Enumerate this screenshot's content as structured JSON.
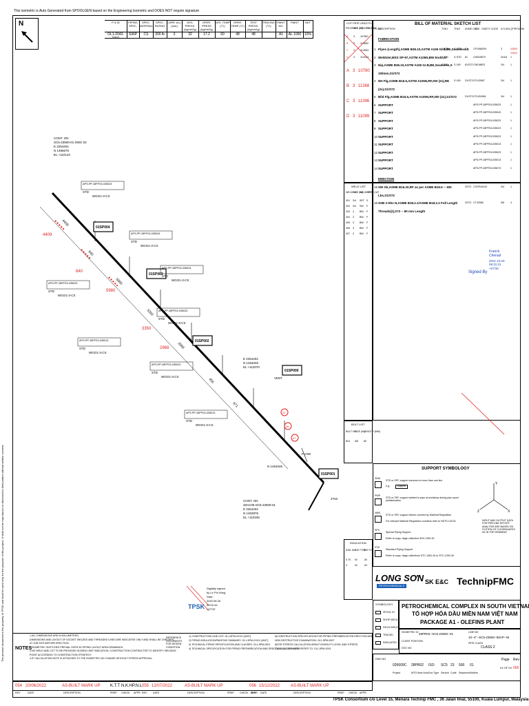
{
  "notice": "This isometric is Auto Generated from SPOOLGEN based on the Engineering Isometric and DOES NOT require signature",
  "side_text": "The present document is the property of TPSK and shall be used only for the purpose of this project. It shall not be reproduced or disclosed to third parties without written consent.",
  "north": "N",
  "header": {
    "cols": [
      "P & ID",
      "PIPING SPEC.",
      "SPEC. MATERIAL",
      "SPEC. RATING",
      "CORR. ALL. (mm)",
      "DES. PRESS. (kg/cm2g)",
      "OPER. PRESS (kg/cm2g)",
      "DES. TEMP (°C)",
      "OPER. TEMP (°C)",
      "TEST PRESS. (kg/cm2g)",
      "TRACING (°C)",
      "PAINT NO.",
      "PAINT",
      "NDT"
    ],
    "vals": [
      "OL1-2043-2301",
      "S96P",
      "CS",
      "300 lb",
      "3",
      "32",
      "17.2",
      "60",
      "48",
      "48",
      "",
      "A1",
      "AL 1000",
      "10%"
    ]
  },
  "cut_pipe": {
    "title": "CUT PIPE LENGTH",
    "cols": [
      "PIECE NO",
      "SIZE (IN)",
      "LENGTH (MM)",
      "NO"
    ],
    "rows": [
      [
        "A",
        "3",
        "10780",
        "1"
      ],
      [
        "B",
        "3",
        "11368",
        "2"
      ],
      [
        "C",
        "3",
        "11356",
        "3"
      ],
      [
        "D",
        "3",
        "11000",
        "4"
      ]
    ],
    "handwritten": [
      {
        "piece": "A",
        "size": "3",
        "len": "10780"
      },
      {
        "piece": "B",
        "size": "3",
        "len": "11368"
      },
      {
        "piece": "C",
        "size": "3",
        "len": "11396"
      },
      {
        "piece": "D",
        "size": "3",
        "len": "11099"
      }
    ]
  },
  "bom": {
    "title": "BILL OF MATERIAL SKETCH LIST",
    "cols": [
      "PT NO",
      "DESCRIPTION",
      "THK1",
      "THK2",
      "ASME CODE",
      "ID",
      "CMDTY CODE",
      "N S (IN)",
      "QTY",
      "PCS/NM"
    ],
    "section_fab": "FABRICATION",
    "section_erect": "ERECTION",
    "rows": [
      {
        "pt": "1",
        "desc": "Pipes (Length),ASME B36.10,ASTM A106 Gr.B,BE,Seamless,S",
        "thk1": "S-STD",
        "thk2": "S-STD",
        "asme": "81",
        "id": "",
        "code": "CP1068209",
        "ns": "3",
        "qty": "43805",
        "qty2": "44643"
      },
      {
        "pt": "2",
        "desc": "Weldolet,MSS SP-97,ASTM A105N,BW Ends,SI",
        "thk1": "S-180",
        "thk2": "S-STD",
        "asme": "81",
        "id": "",
        "code": "CW025870",
        "ns": "3X3/4",
        "qty": "1"
      },
      {
        "pt": "3",
        "desc": "Nip,ASME B36.10,ASTM A106 Gr.B,BE,Seamless,S",
        "thk1": "S-180",
        "thk2": "S-160",
        "asme": "81/S72",
        "id": "",
        "code": "CN018823",
        "ns": "3/4",
        "qty": "1"
      },
      {
        "pt": "",
        "desc": "100mm,S1/S72",
        "thk1": "",
        "thk2": "",
        "asme": "",
        "id": "",
        "code": "",
        "ns": "",
        "qty": ""
      },
      {
        "pt": "4",
        "desc": "NH Flg,ASME B16.5,ASTM A105N,RF,SW (2x),RE",
        "thk1": "",
        "thk2": "S-160",
        "asme": "S1/S72",
        "id": "",
        "code": "CFL03987",
        "ns": "3/4",
        "qty": "1"
      },
      {
        "pt": "",
        "desc": "(2x),S1/S72",
        "thk1": "",
        "thk2": "",
        "asme": "",
        "id": "",
        "code": "",
        "ns": "",
        "qty": ""
      },
      {
        "pt": "5",
        "desc": "Blid Flg,ASME B16.5,ASTM A105N,RF,300 (2x),S1/S72",
        "thk1": "",
        "thk2": "",
        "asme": "S1/S72",
        "id": "",
        "code": "CFL004961",
        "ns": "3/4",
        "qty": "1"
      },
      {
        "pt": "6",
        "desc": "SUPPORT",
        "thk1": "",
        "thk2": "",
        "asme": "",
        "id": "",
        "code": "APS-PP-28PF03-035023",
        "ns": "",
        "qty": "1"
      },
      {
        "pt": "7",
        "desc": "SUPPORT",
        "thk1": "",
        "thk2": "",
        "asme": "",
        "id": "",
        "code": "APS-PP-28PF03-035043",
        "ns": "",
        "qty": "1"
      },
      {
        "pt": "8",
        "desc": "SUPPORT",
        "thk1": "",
        "thk2": "",
        "asme": "",
        "id": "",
        "code": "APS-PP-28PF03-035023",
        "ns": "",
        "qty": "1"
      },
      {
        "pt": "9",
        "desc": "SUPPORT",
        "thk1": "",
        "thk2": "",
        "asme": "",
        "id": "",
        "code": "APS-PP-28PF03-035023",
        "ns": "",
        "qty": "1"
      },
      {
        "pt": "10",
        "desc": "SUPPORT",
        "thk1": "",
        "thk2": "",
        "asme": "",
        "id": "",
        "code": "APS-PP-28PF03-035023",
        "ns": "",
        "qty": "1"
      },
      {
        "pt": "11",
        "desc": "SUPPORT",
        "thk1": "",
        "thk2": "",
        "asme": "",
        "id": "",
        "code": "APS-PP-28PF03-035013",
        "ns": "",
        "qty": "1"
      },
      {
        "pt": "12",
        "desc": "SUPPORT",
        "thk1": "",
        "thk2": "",
        "asme": "",
        "id": "",
        "code": "APS-PP-28PF03-035023",
        "ns": "",
        "qty": "1"
      },
      {
        "pt": "13",
        "desc": "SUPPORT",
        "thk1": "",
        "thk2": "",
        "asme": "",
        "id": "",
        "code": "APS-PP-28PF03-035013",
        "ns": "",
        "qty": "1"
      },
      {
        "pt": "14",
        "desc": "SUPPORT",
        "thk1": "",
        "thk2": "",
        "asme": "",
        "id": "",
        "code": "APS-PP-28PF03-035073",
        "ns": "",
        "qty": "1"
      }
    ],
    "erect_rows": [
      {
        "pt": "15",
        "desc": "SW Gk,ASME B16.20,RF as per ASME B16.5 -- 300",
        "asme": "2/S72",
        "code": "CGSP44410",
        "ns": "3/4",
        "qty": "1"
      },
      {
        "pt": "",
        "desc": "Lbs,S1/S72",
        "asme": "",
        "code": "",
        "ns": "",
        "qty": ""
      },
      {
        "pt": "16",
        "desc": "SSB 3 Hhs N,ASME B18.2.1/ASME B18.2.2 Full Length",
        "asme": "2/S72",
        "code": "CTJ0068",
        "ns": "5/8",
        "qty": "4"
      },
      {
        "pt": "",
        "desc": "Threads(2),S72 -- 80 mm Length",
        "asme": "",
        "code": "",
        "ns": "",
        "qty": ""
      }
    ]
  },
  "weld_list": {
    "title": "WELD LIST",
    "cols": [
      "WELD NO",
      "SIZE (IN)",
      "WELD TYPE",
      "WELD CAT"
    ],
    "rows": [
      [
        "001",
        "3/4",
        "SET",
        "S"
      ],
      [
        "002",
        "3/4",
        "SW",
        "F"
      ],
      [
        "003",
        "3",
        "BW",
        "F"
      ],
      [
        "004",
        "3",
        "BW",
        "F"
      ],
      [
        "005",
        "3",
        "BW",
        "F"
      ],
      [
        "006",
        "3",
        "BW",
        "F"
      ],
      [
        "007",
        "3",
        "BW",
        "F"
      ]
    ]
  },
  "bolt_list": {
    "title": "BOLT LIST",
    "cols": [
      "BOLT NO",
      "SIZE (IN)",
      "LENGTH (MM)"
    ],
    "rows": [
      [
        "B21",
        "5/8",
        "80"
      ]
    ]
  },
  "insulation": {
    "title": "INSULATION",
    "cols": [
      "INSL NO",
      "INS TYPE",
      "INS THK"
    ],
    "rows": [
      [
        "0.75",
        "NI",
        ".00"
      ],
      [
        "3",
        "NI",
        ".00"
      ]
    ]
  },
  "signature": {
    "name": "Franck Chenail",
    "date": "2021.10.03 09:31:21 +07'00'",
    "label": "Signed By"
  },
  "digital_sign": {
    "text1": "Digitally signed",
    "text2": "by Le Phi Hung",
    "text3": "Date:",
    "text4": "2020.08.26",
    "text5": "09:02:44",
    "text6": "+07'00'",
    "stamp": "TPSK"
  },
  "support_symbology": {
    "title": "SUPPORT SYMBOLOGY",
    "items": [
      {
        "code": "SDM",
        "text": "STD or SPC support common to more than one line",
        "eg": "e.g.",
        "box": "support"
      },
      {
        "code": "PWP",
        "text": "STD or SPC support welded to pipe at workshop during pipe spool prefabrication"
      },
      {
        "code": "NWS",
        "text": "STD or SPC support device covered by Material Requisition",
        "text2": "For relevant Material Requisition numbers refer to NSTS-13/131"
      },
      {
        "code": "SPC",
        "text": "Special Piping Support",
        "text2": "Refer to supp. dwgs collection SHV-1390-30"
      },
      {
        "code": "STD",
        "text": "Standard Piping Support",
        "text2": "Refer to supp. dwgs collections STC-1381-30 to STC-1390-30"
      }
    ],
    "axes_note": "INPUT AND OUTPUT DATA FOR PIPELINE EFFORT ANALYSIS ARE BASED ON SYSTEM OF COORDINATES AS IN THE DRAWING",
    "axes": {
      "x": "X",
      "y": "Y",
      "z": "Z"
    }
  },
  "symbology": {
    "title": "SYMBOLOGY",
    "items": [
      "SPOOL ID",
      "SHOP WELD",
      "FIELD WELD",
      "TRACED",
      "INSULATED"
    ]
  },
  "logos": {
    "longson": "LONG SƠN",
    "longson_sub": "PETROCHEMICALS",
    "sk": "SK E&C",
    "technip": "TechnipFMC"
  },
  "title_block": {
    "line1": "PETROCHEMICAL COMPLEX IN SOUTH VIETNAM",
    "line2": "TỔ HỢP HÓA DẦU MIỀN NAM VIỆT NAM",
    "line3": "PACKAGE A1 - OLEFINS PLANT",
    "isometric_label": "ISOMETRIC ID",
    "isometric_val": "28PR02--SC5-23500--01",
    "line_no_label": "LINE NO",
    "line_no_val": "10--4\"--SC5-23500--80AP--NI",
    "client_label": "CLIENT POSITION",
    "client_val": "",
    "doc_label": "DOC NO",
    "pipe_class_label": "PIPE CLASS",
    "class_val": "CLASS 2",
    "dwg_no_label": "DWG NO",
    "dwg_vals": [
      "026609C",
      "28PR02",
      "ISO",
      "SC5",
      "23",
      "500",
      "01"
    ],
    "dwg_sub": [
      "Project",
      "MTO Area Num",
      "Doc Type",
      "Service",
      "Code",
      "Sequence",
      "Subline"
    ],
    "page_label": "Page",
    "page_val": "01 OF 03",
    "rev_label": "Rev",
    "rev_val": "056"
  },
  "notes": {
    "label": "NOTES",
    "lines": [
      "1.ALL DIMENSIONS ARE IN MILLIMETERS.",
      "DIMENSIONS AND LAYOUT OF SOCKET WELDED AND THREADED LINES ARE INDICATIVE ONLY AND SHALL BE CHECKED",
      "AT JOB SITE BEFORE ERECTION.",
      "2.ISOMETRIC SKETCHES PREVAIL OVER 3D PIPING LAYOUT AREA DRAWINGS.",
      "3.NO WELD AND CUT TO BE PROVIDED IN AREA LIMIT INDICATION. CONSTRUCTION CONTRACTOR TO IDENTIFY WELDING",
      "POINT ACCORDING TO CONSTRUCTION STRATEGY.",
      "4.IF CALCULATION NOTE IS ATTACHED TO THE ISOMETRIC NO CHANGE WITHOUT STRESS APPROVAL."
    ],
    "ref_label": "REFERENCE DOCUMENTS FOR DESIGN CONDITION",
    "refs_left": [
      "1) CONSTRUCTION LINE LIST: OL1-5PM-XXXX (UNIT)",
      "2) PIPING INSULATION/PAINTING SUMMARY: OL1-5PM-XXXX (UNIT)",
      "3) TECHNICAL PIPING SPECIFICATION AND CLASSES: OL1-5PM-0001",
      "4) TECHNICAL SPECIFICATION FOR PIPING PREFABRICATION AND ERECTION: OL1-5PM-0010"
    ],
    "refs_right": [
      "5)CONSTRUCTION SPECIFICATION FOR PIPING PREFABRICATION ERECTION AND",
      "NON DESTRUCTIVE EXAMINATION: OL1-5PM-0007",
      "6)FOR STRESS CALCULATION AREA FLEXIBILITY LEVEL AND STRESS",
      "CALCULATION NOTE REFER TO: OL1-5PM-0001"
    ]
  },
  "revisions": {
    "rev1": {
      "rev": "054",
      "date": "20/06/2022",
      "desc": "AS-BUILT MARK UP",
      "prep": "K.T.T",
      "check": "N.K.H",
      "appr": "P.N.L"
    },
    "rev2": {
      "rev": "055",
      "date": "12/07/2022",
      "desc": "AS-BUILT MARK UP"
    },
    "rev3": {
      "rev": "056",
      "date": "15/12/2022",
      "desc": "AS-BUILT MARK UP"
    },
    "col_labels": [
      "REV",
      "DATE",
      "DESCRIPTION",
      "PREP",
      "CHECK",
      "APPR"
    ]
  },
  "footer": "TPSK Consortium c/o Level 15, Menara Technip FMC , 36 Jalan Imal, 55100, Kuala Lumpur, Malaysia",
  "drawing": {
    "cont_top": [
      "CONT. ON",
      "SC5-23500-01 DWG 02",
      "E 2254404",
      "N 1496676",
      "EL +110143"
    ],
    "cont_bottom": [
      "CONT. ON",
      "28AC05-SC5-23500-01",
      "E 2254404",
      "N 1453876",
      "EL +110345"
    ],
    "coord_mid": [
      "E 2254404",
      "N 1454045",
      "EL +112070"
    ],
    "coord_low": [
      "N 1454045"
    ],
    "spools": [
      "01SP004",
      "01SP003",
      "01SP002",
      "01SP000",
      "01SP001"
    ],
    "std_labels": [
      "STD",
      "STD",
      "STD",
      "STD",
      "STD",
      "STD",
      "STD",
      "STD",
      "STD"
    ],
    "wgo_labels": [
      "WGO1-3-CS",
      "WGO1-3-CS",
      "WGO1-3-CS",
      "WGO1-3-CS",
      "WGO1-3-CS",
      "WGO1-3-CS",
      "WGO1-3-CS",
      "WGO1-3-CS"
    ],
    "aps_labels": [
      "APS-PP-28PF03-035023",
      "APS-PP-28PF03-035043",
      "APS-PP-28PF03-035023",
      "APS-PP-28PF03-035023",
      "APS-PP-28PF03-035023",
      "APS-PP-28PF03-035013",
      "APS-PP-28PF03-035023",
      "APS-PP-28PF03-035013"
    ],
    "dims_red": [
      "4409",
      "640",
      "5980",
      "3350",
      "2968"
    ],
    "dims_black": [
      "4409",
      "640",
      "5980",
      "3350",
      "2968",
      "456",
      "671"
    ],
    "vent": "VENT",
    "flow": "FLOW",
    "ns_arrow": "3\"NS",
    "red_marks": [
      "02",
      "06",
      "07"
    ]
  }
}
